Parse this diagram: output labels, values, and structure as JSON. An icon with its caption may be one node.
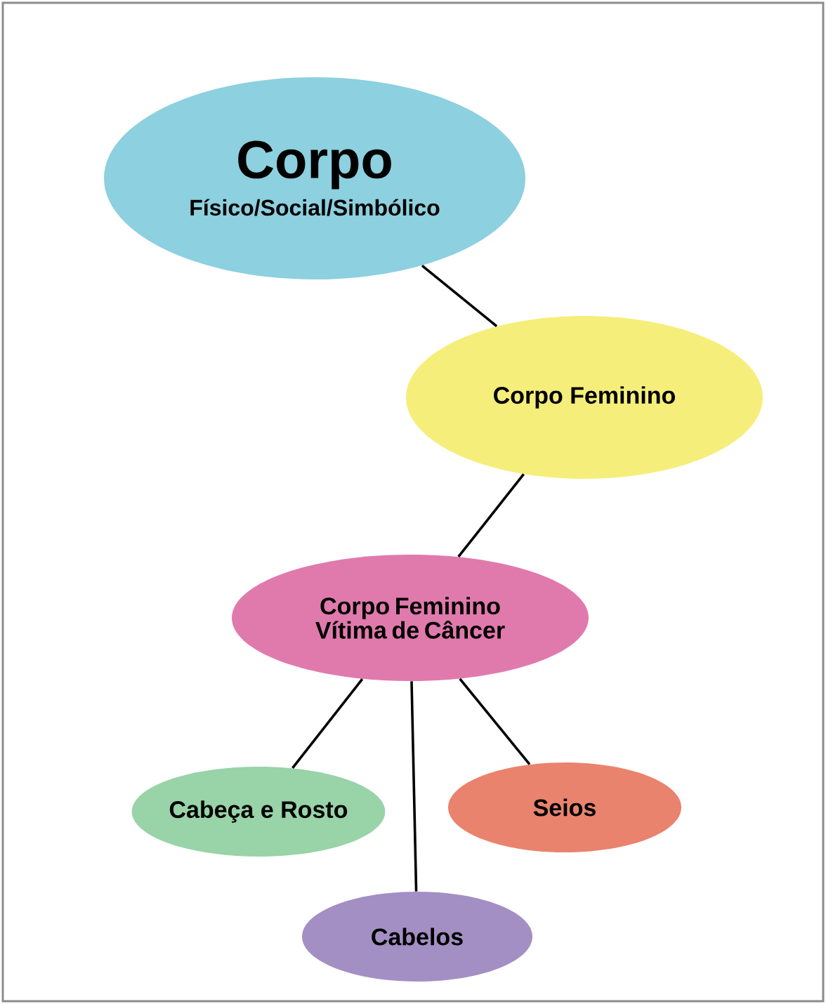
{
  "diagram": {
    "nodes": [
      {
        "text": [
          "Corpo",
          "Físico/Social/Simbólico"
        ]
      },
      {
        "text": [
          "Corpo Feminino"
        ]
      },
      {
        "text": [
          "Corpo Feminino Vítima de Câncer"
        ]
      },
      {
        "text": [
          "Cabeça e Rosto"
        ]
      },
      {
        "text": [
          "Seios"
        ]
      },
      {
        "text": [
          "Cabelos"
        ]
      }
    ],
    "edges": [
      {
        "from": 0,
        "to": 1,
        "arrow": "none"
      },
      {
        "from": 1,
        "to": 2,
        "arrow": "none"
      },
      {
        "from": 2,
        "to": 3,
        "arrow": "none"
      },
      {
        "from": 2,
        "to": 4,
        "arrow": "none"
      },
      {
        "from": 2,
        "to": 5,
        "arrow": "none"
      }
    ]
  }
}
